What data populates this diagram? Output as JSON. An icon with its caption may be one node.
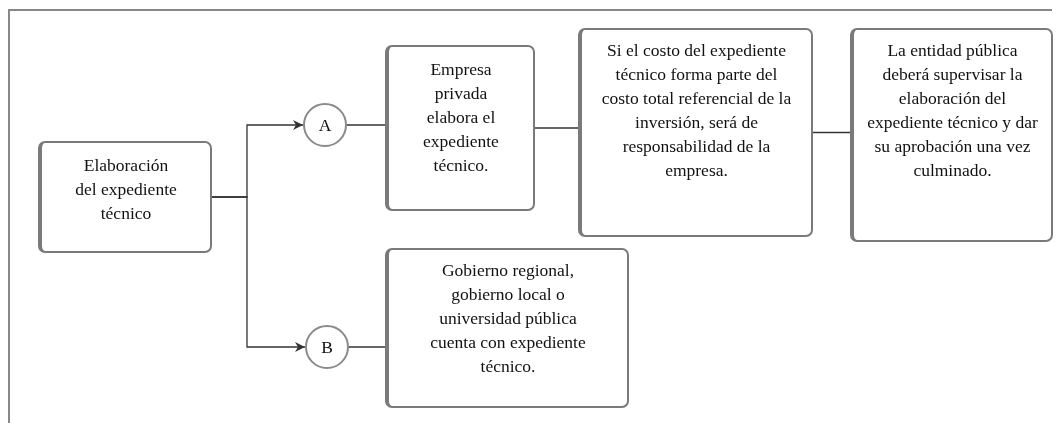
{
  "diagram": {
    "nodes": [
      {
        "text": [
          "Elaboración del expediente técnico"
        ]
      },
      {
        "text": [
          "A"
        ]
      },
      {
        "text": [
          "B"
        ]
      },
      {
        "text": [
          "Empresa privada elabora el expediente técnico."
        ]
      },
      {
        "text": [
          "Si el costo del expediente técnico forma parte del costo total referencial de la inversión, será de responsabilidad de la empresa."
        ]
      },
      {
        "text": [
          "La entidad pública deberá supervisar la elaboración del expediente técnico y dar su aprobación una vez culminado."
        ]
      },
      {
        "text": [
          "Gobierno regional, gobierno local o universidad pública cuenta con expediente técnico."
        ]
      }
    ],
    "edges": [
      {
        "from": 0,
        "to": 1,
        "arrow": "to"
      },
      {
        "from": 0,
        "to": 2,
        "arrow": "to"
      },
      {
        "from": 1,
        "to": 3,
        "arrow": "none"
      },
      {
        "from": 3,
        "to": 4,
        "arrow": "none"
      },
      {
        "from": 4,
        "to": 5,
        "arrow": "none"
      },
      {
        "from": 2,
        "to": 6,
        "arrow": "none"
      }
    ]
  }
}
